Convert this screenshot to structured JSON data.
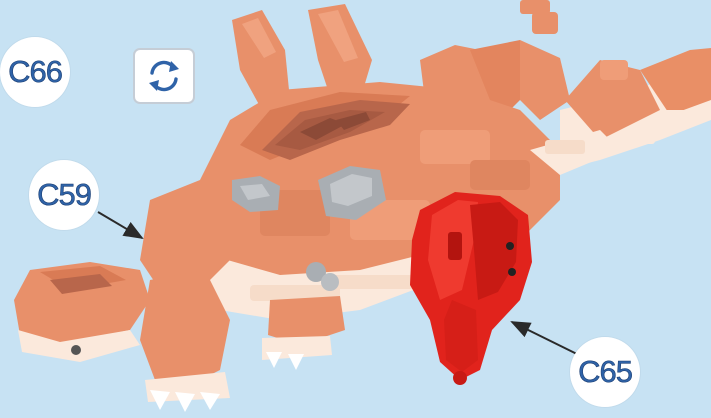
{
  "callouts": {
    "c66": "C66",
    "c59": "C59",
    "c65": "C65"
  },
  "icons": {
    "rotate": "rotate-icon"
  },
  "colors": {
    "background": "#c7e2f3",
    "body_orange": "#e8906a",
    "highlight_piece_red": "#e1231c",
    "base_plates": "#fbe9dc",
    "grey_parts": "#a9aeb3",
    "callout_text": "#2f63a8"
  }
}
